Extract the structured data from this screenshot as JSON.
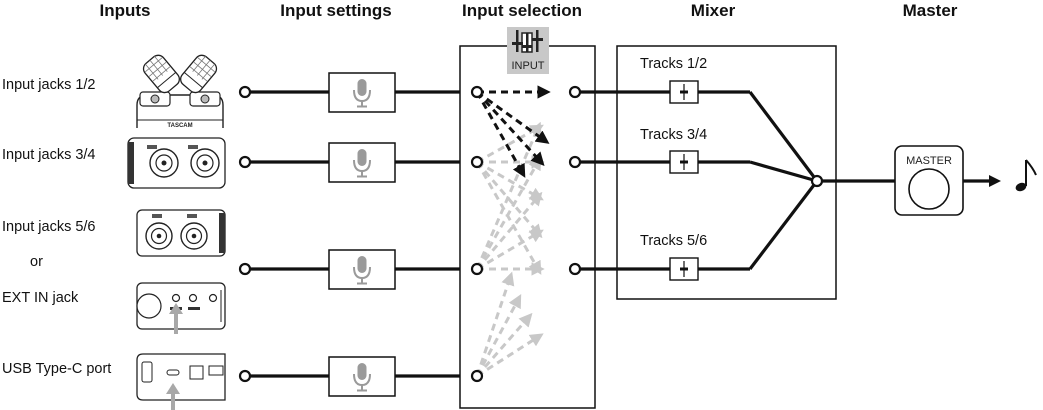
{
  "headers": {
    "inputs": "Inputs",
    "input_settings": "Input settings",
    "input_selection": "Input selection",
    "mixer": "Mixer",
    "master": "Master"
  },
  "input_labels": {
    "jacks_12": "Input jacks 1/2",
    "jacks_34": "Input jacks 3/4",
    "jacks_56": "Input jacks 5/6",
    "or": "or",
    "ext_in": "EXT IN jack",
    "usb": "USB Type-C port"
  },
  "input_selection": {
    "badge_label": "INPUT"
  },
  "mixer": {
    "tracks_12": "Tracks 1/2",
    "tracks_34": "Tracks 3/4",
    "tracks_56": "Tracks 5/6"
  },
  "master": {
    "label": "MASTER"
  },
  "device": {
    "brand": "TASCAM"
  },
  "output_icon": "music-note-icon",
  "colors": {
    "line": "#111111",
    "dashed_inactive": "#c8c8c8",
    "mic_icon": "#9a9a9a",
    "arrow_marker": "#a8a8a8"
  }
}
